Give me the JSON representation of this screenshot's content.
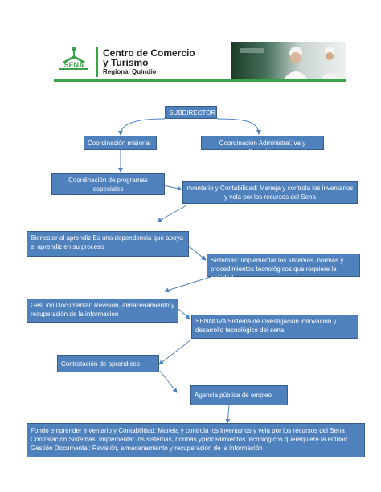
{
  "header": {
    "logo_text": "SENA",
    "line1": "Centro de Comercio",
    "line2": "y Turismo",
    "subtitle": "Regional Quindío"
  },
  "nodes": {
    "subdirector": "SUBDIRECTOR",
    "coord_misional": "Coordinación misional",
    "coord_admin": "Coordinación Administra\u0000va y financiera",
    "coord_programas": "Coordinación de programas especiales",
    "inventario": "nventario y Contabilidad: Maneja y controla los inventarios y vela por los recursos del Sena",
    "bienestar": "Bienestar al aprendiz Es una dependencia que apoya el aprendiz en su proceso",
    "sistemas": "Sistemas: Implementar los sistemas, normas y procedimientos tecnológicos que requiere la en\u0000dad",
    "gestion": "Ges\u0000on Documental: Revisión, almacenamiento y recuperación de la informacion",
    "sennova": "SENNOVA Sistema de investigación innovación y desarrollo tecnológico del sena",
    "contratacion": "Contratación de aprendices",
    "agencia": "Agencia pública de empleo",
    "fondo": "Fondo emprender Inventario y Contabilidad: Maneja y controla los inventarios y vela por los recursos del Sena Contratación Sistemas: Implementar los sistemas, normas yprocedimientos tecnológicos querequiere la entdad Gestión Documental: Revisión, almacenamiento y recuperación de la información"
  },
  "colors": {
    "box_fill": "#4f81bd",
    "box_border": "#385d8a",
    "arrow": "#4f81bd",
    "brand_green": "#3aa34a"
  }
}
